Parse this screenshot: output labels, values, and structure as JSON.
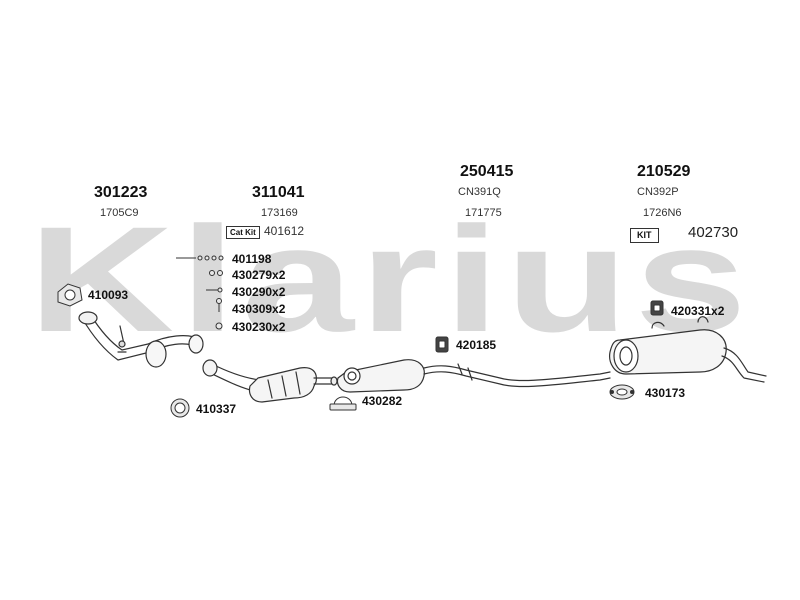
{
  "watermark": "Klarius",
  "groups": [
    {
      "part": "301223",
      "code": "1705C9"
    },
    {
      "part": "311041",
      "code": "173169"
    },
    {
      "part": "250415",
      "code": "CN391Q",
      "ref": "171775"
    },
    {
      "part": "210529",
      "code": "CN392P",
      "ref": "1726N6"
    }
  ],
  "kits": [
    {
      "badge": "Cat Kit",
      "number": "401612"
    },
    {
      "badge": "KIT",
      "number": "402730"
    }
  ],
  "hardware": [
    {
      "code": "401198"
    },
    {
      "code": "430279x2"
    },
    {
      "code": "430290x2"
    },
    {
      "code": "430309x2"
    },
    {
      "code": "430230x2"
    }
  ],
  "components": [
    {
      "code": "410093"
    },
    {
      "code": "410337"
    },
    {
      "code": "430282"
    },
    {
      "code": "420185"
    },
    {
      "code": "420331x2"
    },
    {
      "code": "430173"
    }
  ]
}
